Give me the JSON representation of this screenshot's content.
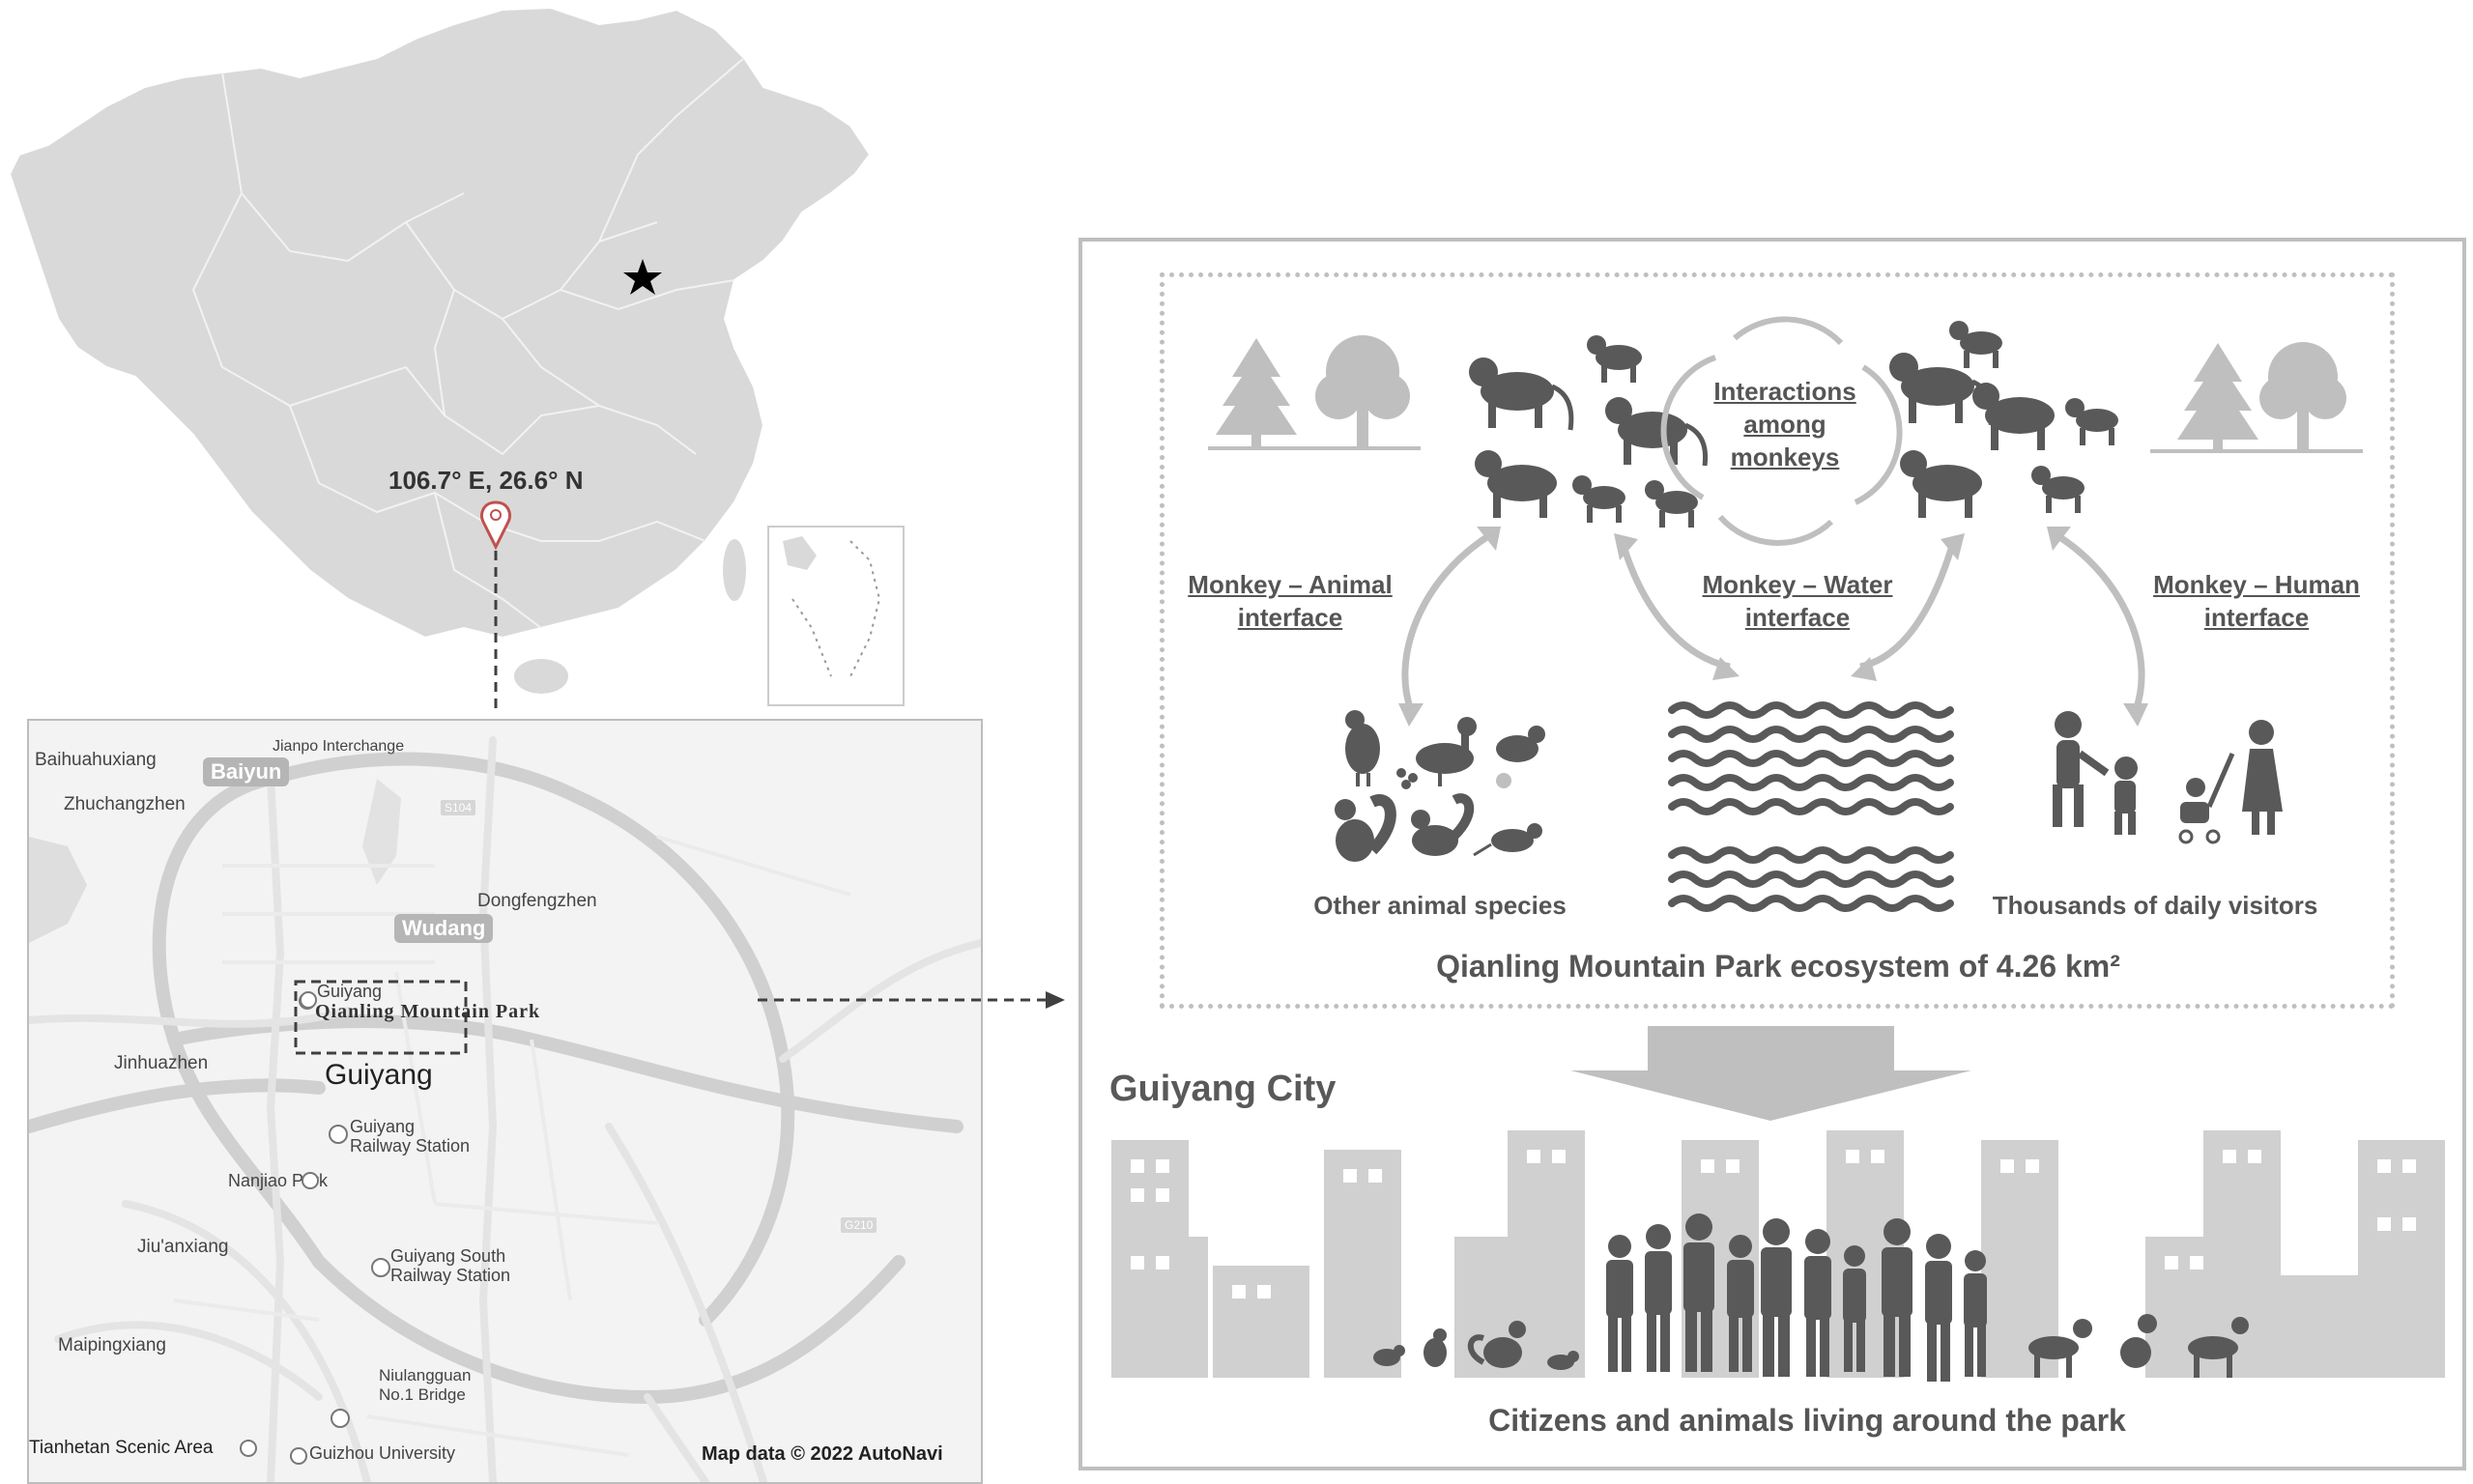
{
  "china_map": {
    "coordinate_label": "106.7° E, 26.6° N"
  },
  "city_map": {
    "labels": {
      "baihuahuxiang": "Baihuahuxiang",
      "zhuchangzhen": "Zhuchangzhen",
      "jianpo": "Jianpo Interchange",
      "baiyun": "Baiyun",
      "wudang": "Wudang",
      "dongfengzhen": "Dongfengzhen",
      "guiyang_small": "Guiyang",
      "qianling": "Qianling Mountain Park",
      "jinhuazhen": "Jinhuazhen",
      "guiyang_big": "Guiyang",
      "guiyang_railway_1": "Guiyang",
      "guiyang_railway_2": "Railway Station",
      "nanjiao": "Nanjiao Park",
      "jiuanxiang": "Jiu'anxiang",
      "guiyang_south_1": "Guiyang South",
      "guiyang_south_2": "Railway Station",
      "maipingxiang": "Maipingxiang",
      "niulanguan_1": "Niulangguan",
      "niulanguan_2": "No.1 Bridge",
      "tianhetan": "Tianhetan Scenic Area",
      "guizhou_univ": "Guizhou University",
      "attribution": "Map data © 2022 AutoNavi",
      "road_s104": "S104",
      "road_g210": "G210"
    }
  },
  "diagram": {
    "center_label": "Interactions among monkeys",
    "center_lines": [
      "Interactions",
      "among",
      "monkeys"
    ],
    "interfaces": {
      "animal": [
        "Monkey – Animal",
        "interface"
      ],
      "water": [
        "Monkey – Water",
        "interface"
      ],
      "human": [
        "Monkey – Human",
        "interface"
      ]
    },
    "bottom_labels": {
      "animals": "Other animal species",
      "visitors": "Thousands of daily visitors"
    },
    "ecosystem_caption": "Qianling Mountain Park ecosystem of 4.26 km²",
    "city_title": "Guiyang City",
    "city_caption": "Citizens and animals living around the park"
  },
  "colors": {
    "land": "#d9d9d9",
    "border": "#ffffff",
    "dark_icon": "#595959",
    "light_icon": "#bfbfbf",
    "frame": "#a6a6a6",
    "pin": "#c0504d"
  }
}
